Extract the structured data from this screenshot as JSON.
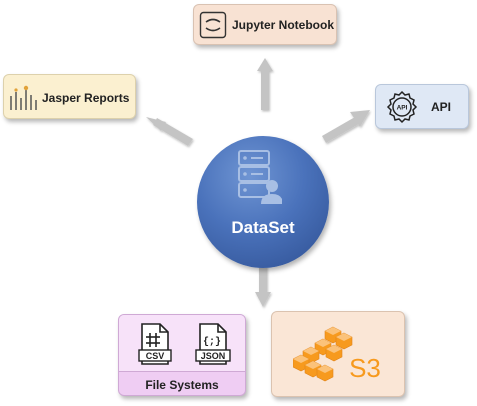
{
  "center": {
    "label": "DataSet",
    "icon": "database-user-icon"
  },
  "targets": {
    "jupyter": {
      "label": "Jupyter Notebook",
      "icon": "jupyter-logo-icon"
    },
    "jasper": {
      "label": "Jasper Reports",
      "icon": "jasper-logo-icon"
    },
    "api": {
      "label": "API",
      "icon": "api-gear-icon",
      "icon_text": "API"
    },
    "filesystems": {
      "label": "File Systems",
      "csv": {
        "icon": "csv-file-icon",
        "text": "CSV"
      },
      "json": {
        "icon": "json-file-icon",
        "text": "JSON"
      }
    },
    "s3": {
      "icon": "aws-s3-icon",
      "text": "S3"
    }
  },
  "colors": {
    "center": "#4a72bb",
    "jupyter_bg": "#f8e2d3",
    "jasper_bg": "#fbf0d0",
    "api_bg": "#dfe8f5",
    "files_bg": "#efcdf3",
    "s3_bg": "#fae6d6",
    "s3_orange": "#f79a1e",
    "arrow": "#c4c4c4"
  }
}
